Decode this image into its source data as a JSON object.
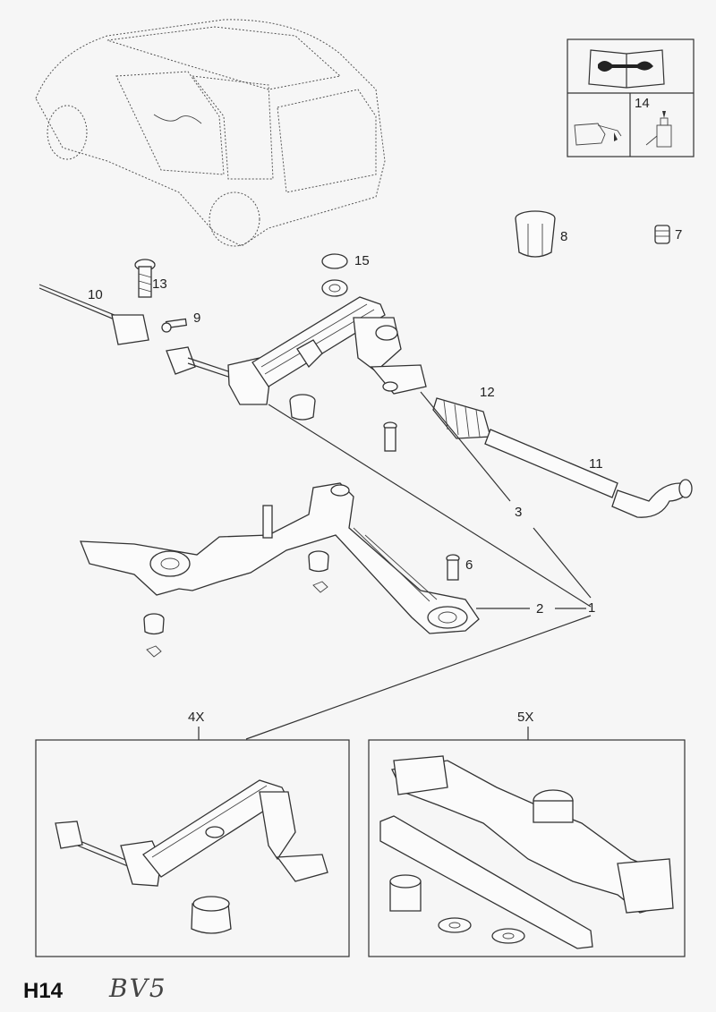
{
  "page": {
    "code": "H14",
    "handwritten_note": "BV5"
  },
  "labels": {
    "p1": "1",
    "p2": "2",
    "p3": "3",
    "p6": "6",
    "p7": "7",
    "p8": "8",
    "p9": "9",
    "p10": "10",
    "p11": "11",
    "p12": "12",
    "p13": "13",
    "p14": "14",
    "p15": "15"
  },
  "insets": {
    "left_qty": "4X",
    "right_qty": "5X"
  },
  "icons": [
    "manual-book-wrench-icon",
    "lubricant-can-icon",
    "grease-bottle-icon"
  ]
}
